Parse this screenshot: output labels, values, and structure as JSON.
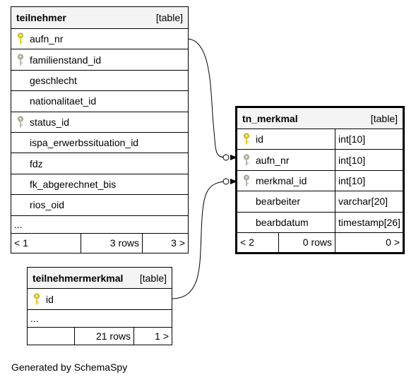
{
  "teilnehmer": {
    "name": "teilnehmer",
    "kind": "[table]",
    "columns": [
      {
        "name": "aufn_nr",
        "key": "pk"
      },
      {
        "name": "familienstand_id",
        "key": "fk"
      },
      {
        "name": "geschlecht",
        "key": ""
      },
      {
        "name": "nationalitaet_id",
        "key": ""
      },
      {
        "name": "status_id",
        "key": "fk"
      },
      {
        "name": "ispa_erwerbssituation_id",
        "key": ""
      },
      {
        "name": "fdz",
        "key": ""
      },
      {
        "name": "fk_abgerechnet_bis",
        "key": ""
      },
      {
        "name": "rios_oid",
        "key": ""
      }
    ],
    "more": "...",
    "footer": {
      "left": "< 1",
      "center": "3 rows",
      "right": "3 >"
    }
  },
  "tn_merkmal": {
    "name": "tn_merkmal",
    "kind": "[table]",
    "columns": [
      {
        "name": "id",
        "type": "int[10]",
        "key": "pk"
      },
      {
        "name": "aufn_nr",
        "type": "int[10]",
        "key": "fk"
      },
      {
        "name": "merkmal_id",
        "type": "int[10]",
        "key": "fk"
      },
      {
        "name": "bearbeiter",
        "type": "varchar[20]",
        "key": ""
      },
      {
        "name": "bearbdatum",
        "type": "timestamp[26]",
        "key": ""
      }
    ],
    "footer": {
      "left": "< 2",
      "center": "0 rows",
      "right": "0 >"
    }
  },
  "teilnehmermerkmal": {
    "name": "teilnehmermerkmal",
    "kind": "[table]",
    "columns": [
      {
        "name": "id",
        "key": "pk"
      }
    ],
    "more": "...",
    "footer": {
      "left": "",
      "center": "21 rows",
      "right": "1 >"
    }
  },
  "generated_by": "Generated by SchemaSpy",
  "colors": {
    "pk_key": "#e6d21a",
    "fk_key": "#b8b8b8",
    "header_bg": "#f4f4f4"
  }
}
